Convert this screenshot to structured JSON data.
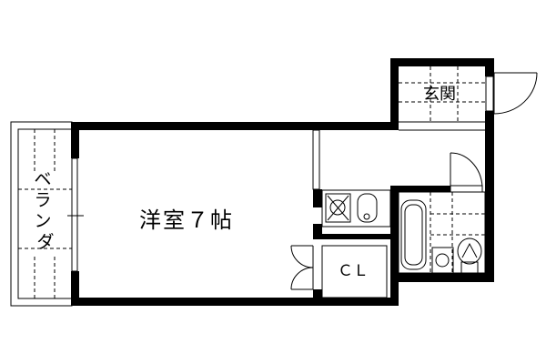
{
  "floorplan": {
    "rooms": {
      "western_room": "洋室７帖",
      "entrance": "玄関",
      "closet": "ＣＬ",
      "veranda": [
        "ベ",
        "ラ",
        "ン",
        "ダ"
      ]
    },
    "colors": {
      "wall": "#000000",
      "background": "#ffffff",
      "dash": "#000000"
    }
  }
}
